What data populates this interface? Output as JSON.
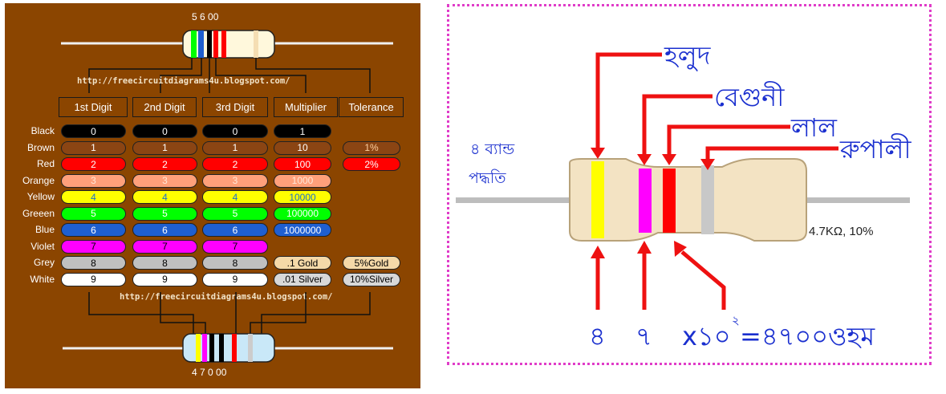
{
  "left_panel": {
    "top_number": "5 6 00",
    "bottom_number": "4 7 0 00",
    "url_top": "http://freecircuitdiagrams4u.blogspot.com/",
    "url_bottom": "http://freecircuitdiagrams4u.blogspot.com/",
    "headers": [
      "1st Digit",
      "2nd Digit",
      "3rd Digit",
      "Multiplier",
      "Tolerance"
    ],
    "color_names": [
      "Black",
      "Brown",
      "Red",
      "Orange",
      "Yellow",
      "Greeen",
      "Blue",
      "Violet",
      "Grey",
      "White"
    ],
    "row_colors": [
      "#000000",
      "#8b4513",
      "#ff0000",
      "#ffa07a",
      "#ffff00",
      "#00ff00",
      "#1f5fd0",
      "#ff00ff",
      "#c0c0c0",
      "#ffffff"
    ],
    "digit_values": [
      "0",
      "1",
      "2",
      "3",
      "4",
      "5",
      "6",
      "7",
      "8",
      "9"
    ],
    "multipliers": [
      {
        "row": 0,
        "value": "1"
      },
      {
        "row": 1,
        "value": "10"
      },
      {
        "row": 2,
        "value": "100"
      },
      {
        "row": 3,
        "value": "1000"
      },
      {
        "row": 4,
        "value": "10000"
      },
      {
        "row": 5,
        "value": "100000"
      },
      {
        "row": 6,
        "value": "1000000"
      },
      {
        "row": 8,
        "value": ".1 Gold"
      },
      {
        "row": 9,
        "value": ".01 Silver"
      }
    ],
    "tolerances": [
      {
        "row": 1,
        "value": "1%"
      },
      {
        "row": 2,
        "value": "2%"
      },
      {
        "row": 8,
        "value": "5%Gold"
      },
      {
        "row": 9,
        "value": "10%Silver"
      }
    ],
    "gold_color": "#f5d9a8",
    "silver_color": "#d8d8d8"
  },
  "right_panel": {
    "method_line1": "৪ ব্যান্ড",
    "method_line2": "পদ্ধতি",
    "label_yellow": "হলুদ",
    "label_violet": "বেগুনী",
    "label_red": "লাল",
    "label_silver": "রুপালী",
    "value_text": "4.7KΩ, 10%",
    "digit1": "৪",
    "digit2": "৭",
    "mult_prefix": "x১০",
    "mult_exp": "২",
    "result": "=৪৭০০ওহম",
    "arrow_color": "#ee1111",
    "text_color": "#1a2fcf"
  }
}
